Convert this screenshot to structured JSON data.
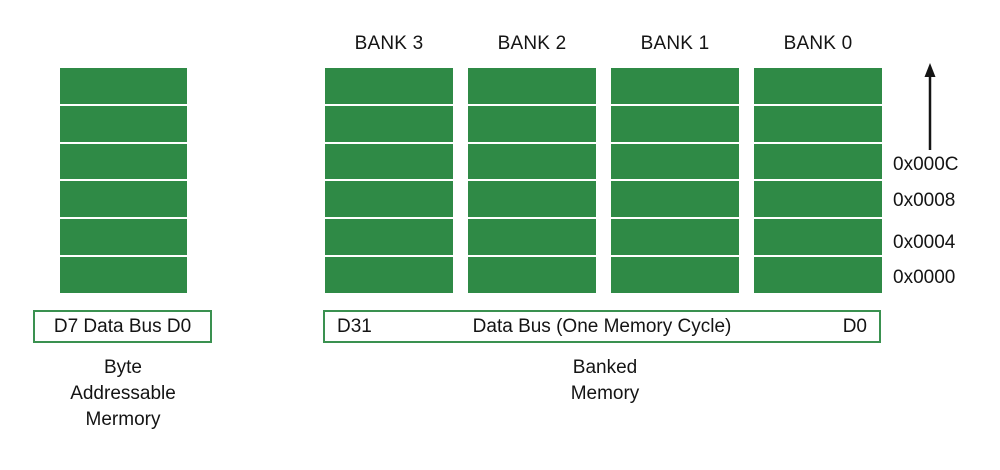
{
  "diagram": {
    "colors": {
      "cell_fill": "#2f8a46",
      "box_border": "#3a9150",
      "text": "#141414",
      "background": "#ffffff"
    },
    "left_memory": {
      "cell_count": 6,
      "bus": {
        "left_label": "D7",
        "center_label": "Data Bus",
        "right_label": "D0",
        "full_text": "D7 Data Bus D0"
      },
      "caption_lines": [
        "Byte",
        "Addressable",
        "Mermory"
      ]
    },
    "banked_memory": {
      "banks": [
        {
          "label": "BANK 3",
          "cell_count": 6
        },
        {
          "label": "BANK 2",
          "cell_count": 6
        },
        {
          "label": "BANK 1",
          "cell_count": 6
        },
        {
          "label": "BANK 0",
          "cell_count": 6
        }
      ],
      "bus": {
        "left_label": "D31",
        "center_label": "Data Bus (One Memory Cycle)",
        "right_label": "D0"
      },
      "caption_lines": [
        "Banked",
        "Memory"
      ],
      "addresses": [
        "0x000C",
        "0x0008",
        "0x0004",
        "0x0000"
      ],
      "address_direction": "increasing-upward"
    }
  }
}
